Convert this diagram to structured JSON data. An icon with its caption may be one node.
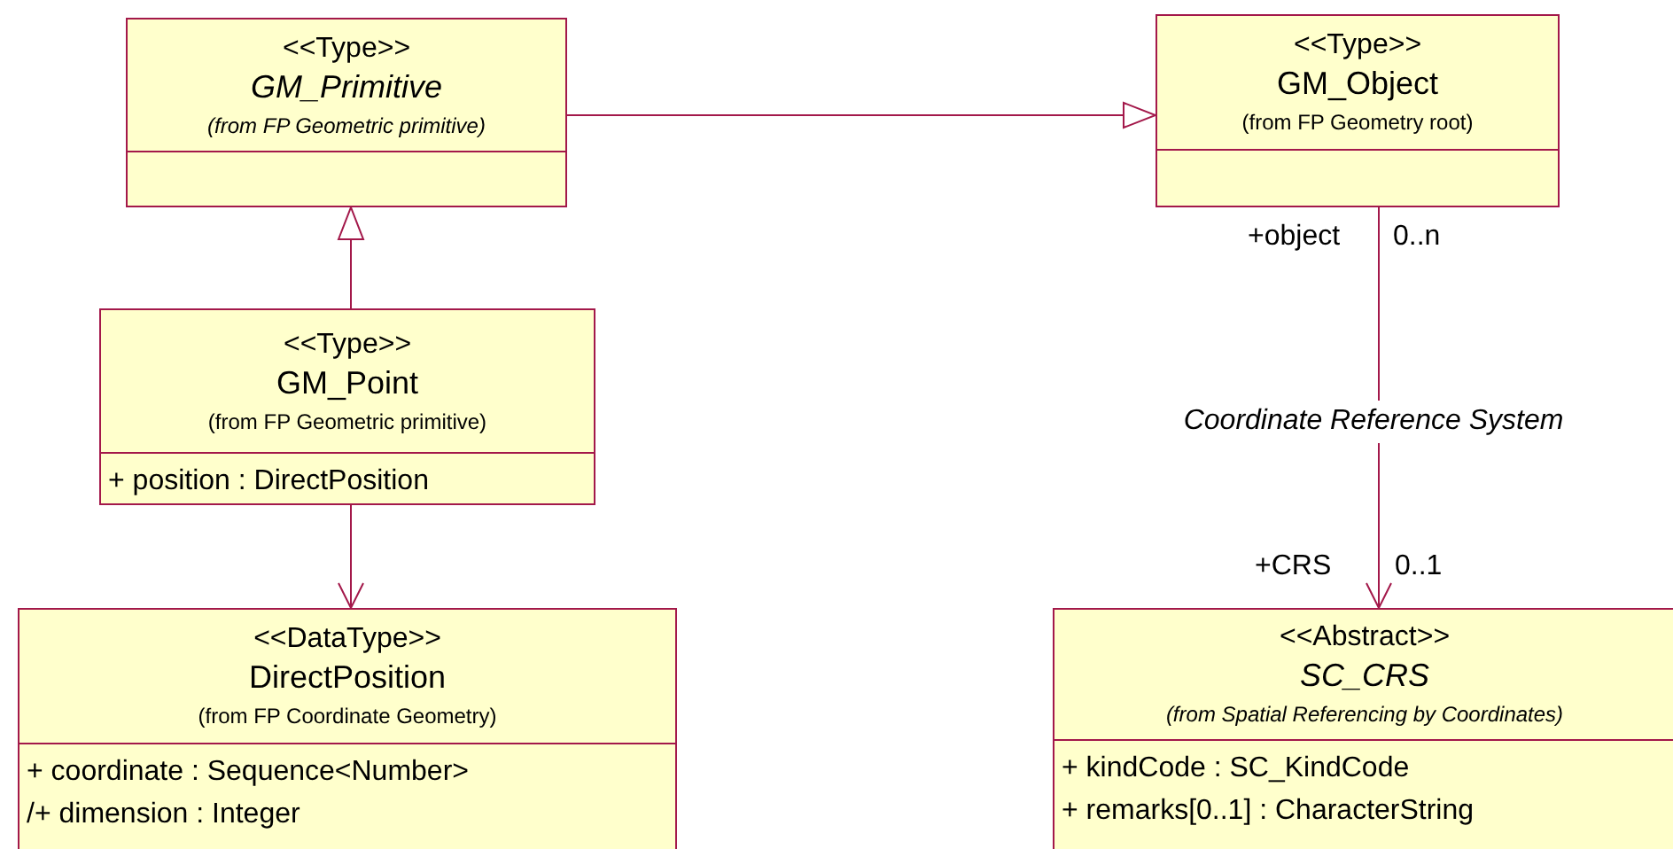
{
  "diagram": {
    "nodes": [
      {
        "text": [
          "<<Type>>",
          "GM_Primitive",
          "(from FP Geometric primitive)"
        ]
      },
      {
        "text": [
          "<<Type>>",
          "GM_Object",
          "(from FP Geometry root)"
        ]
      },
      {
        "text": [
          "<<Type>>",
          "GM_Point",
          "(from FP Geometric primitive)",
          "+ position : DirectPosition"
        ]
      },
      {
        "text": [
          "<<DataType>>",
          "DirectPosition",
          "(from FP Coordinate Geometry)",
          "+ coordinate : Sequence<Number>",
          "/+ dimension : Integer"
        ]
      },
      {
        "text": [
          "<<Abstract>>",
          "SC_CRS",
          "(from Spatial Referencing by Coordinates)",
          "+ kindCode : SC_KindCode",
          "+ remarks[0..1] : CharacterString"
        ]
      }
    ],
    "edges": [
      {
        "from": 0,
        "to": 1,
        "arrow": "to"
      },
      {
        "from": 2,
        "to": 0,
        "arrow": "to"
      },
      {
        "from": 2,
        "to": 3,
        "arrow": "to"
      },
      {
        "from": 1,
        "to": 4,
        "arrow": "to",
        "label": "Coordinate Reference System"
      }
    ],
    "labels": [
      "+object",
      "0..n",
      "+CRS",
      "0..1"
    ]
  }
}
